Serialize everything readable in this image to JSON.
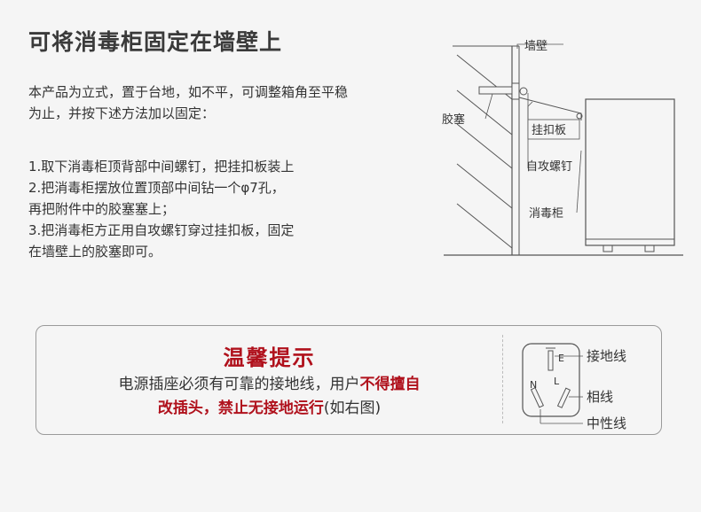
{
  "title": "可将消毒柜固定在墙壁上",
  "intro": "本产品为立式，置于台地，如不平，可调整箱角至平稳为止，并按下述方法加以固定：",
  "steps": [
    "1.取下消毒柜顶背部中间螺钉，把挂扣板装上",
    "2.把消毒柜摆放位置顶部中间钻一个φ7孔，",
    "再把附件中的胶塞塞上；",
    "3.把消毒柜方正用自攻螺钉穿过挂扣板，固定",
    "在墙壁上的胶塞即可。"
  ],
  "diagram": {
    "wall": "墙壁",
    "plug": "胶塞",
    "hanger": "挂扣板",
    "screw": "自攻螺钉",
    "cabinet": "消毒柜"
  },
  "notice": {
    "title": "温馨提示",
    "line1_normal": "电源插座必须有可靠的接地线，用户",
    "line1_red": "不得擅自",
    "line2_red": "改插头，禁止无接地运行",
    "line2_normal": "(如右图)"
  },
  "outlet": {
    "earth_letter": "E",
    "neutral_letter": "N",
    "live_letter": "L",
    "earth_label": "接地线",
    "live_label": "相线",
    "neutral_label": "中性线"
  },
  "colors": {
    "accent_red": "#b0111c",
    "text": "#333333",
    "background": "#f5f5f5"
  }
}
